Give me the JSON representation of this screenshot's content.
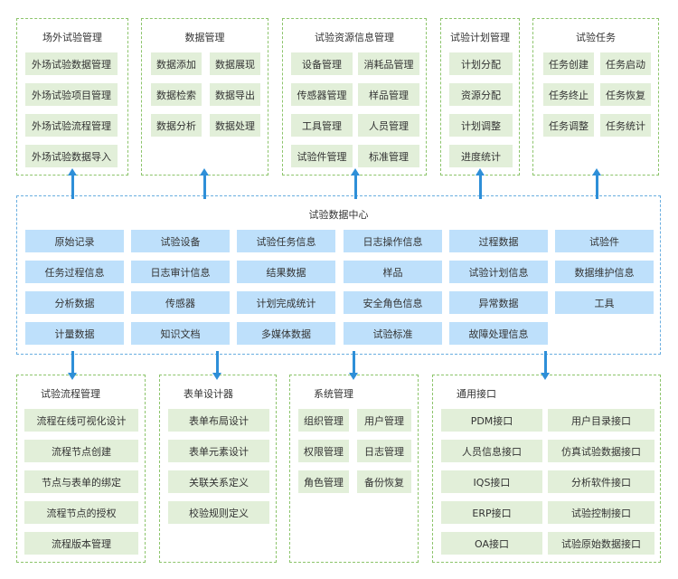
{
  "top_modules": [
    {
      "title": "场外试验管理",
      "items": [
        "外场试验数据管理",
        "外场试验项目管理",
        "外场试验流程管理",
        "外场试验数据导入"
      ]
    },
    {
      "title": "数据管理",
      "items": [
        "数据添加",
        "数据展现",
        "数据检索",
        "数据导出",
        "数据分析",
        "数据处理"
      ]
    },
    {
      "title": "试验资源信息管理",
      "items": [
        "设备管理",
        "消耗品管理",
        "传感器管理",
        "样品管理",
        "工具管理",
        "人员管理",
        "试验件管理",
        "标准管理"
      ]
    },
    {
      "title": "试验计划管理",
      "items": [
        "计划分配",
        "资源分配",
        "计划调整",
        "进度统计"
      ]
    },
    {
      "title": "试验任务",
      "items": [
        "任务创建",
        "任务启动",
        "任务终止",
        "任务恢复",
        "任务调整",
        "任务统计"
      ]
    }
  ],
  "center": {
    "title": "试验数据中心",
    "items": [
      "原始记录",
      "试验设备",
      "试验任务信息",
      "日志操作信息",
      "过程数据",
      "试验件",
      "任务过程信息",
      "日志审计信息",
      "结果数据",
      "样品",
      "试验计划信息",
      "数据维护信息",
      "分析数据",
      "传感器",
      "计划完成统计",
      "安全角色信息",
      "异常数据",
      "工具",
      "计量数据",
      "知识文档",
      "多媒体数据",
      "试验标准",
      "故障处理信息"
    ]
  },
  "bottom_modules": [
    {
      "title": "试验流程管理",
      "items": [
        "流程在线可视化设计",
        "流程节点创建",
        "节点与表单的绑定",
        "流程节点的授权",
        "流程版本管理"
      ]
    },
    {
      "title": "表单设计器",
      "items": [
        "表单布局设计",
        "表单元素设计",
        "关联关系定义",
        "校验规则定义"
      ]
    },
    {
      "title": "系统管理",
      "items": [
        "组织管理",
        "用户管理",
        "权限管理",
        "日志管理",
        "角色管理",
        "备份恢复"
      ]
    },
    {
      "title": "通用接口",
      "items": [
        "PDM接口",
        "用户目录接口",
        "人员信息接口",
        "仿真试验数据接口",
        "IQS接口",
        "分析软件接口",
        "ERP接口",
        "试验控制接口",
        "OA接口",
        "试验原始数据接口"
      ]
    }
  ],
  "colors": {
    "green_box": "#e2efd9",
    "blue_box": "#bee0fb",
    "arrow": "#2e8fd8",
    "green_border": "#8cc46b",
    "blue_border": "#6aaee0"
  }
}
